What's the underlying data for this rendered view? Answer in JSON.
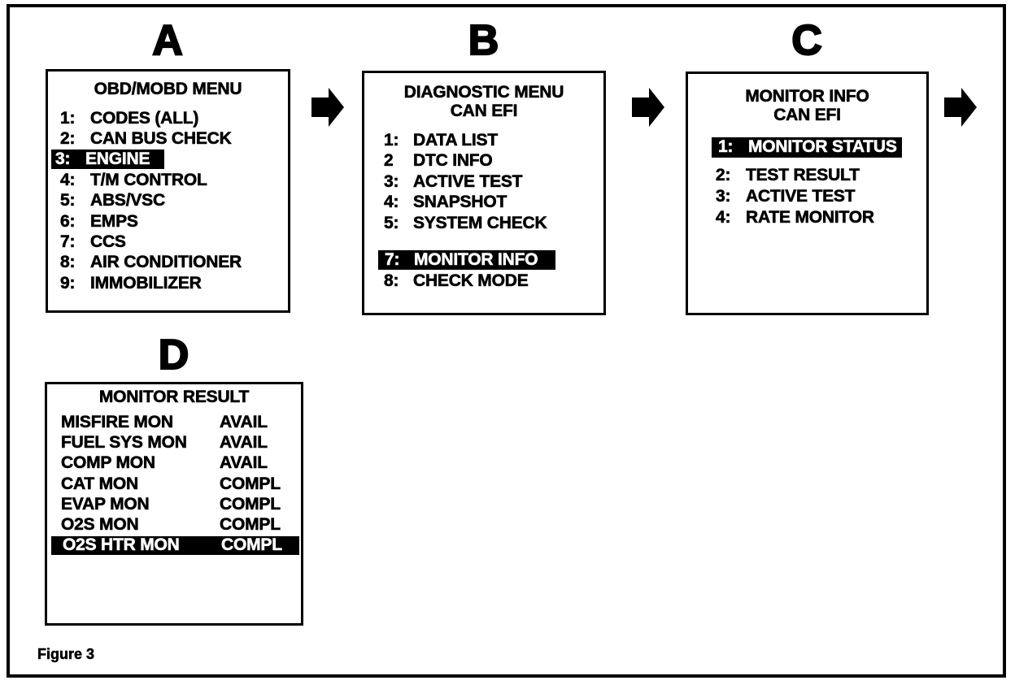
{
  "figure": {
    "caption": "Figure 3"
  },
  "colors": {
    "ink": "#000000",
    "paper": "#ffffff",
    "highlight_bg": "#000000",
    "highlight_fg": "#ffffff"
  },
  "arrows": [
    {
      "id": "arrow-ab",
      "from": "A",
      "to": "B",
      "direction": "right"
    },
    {
      "id": "arrow-bc",
      "from": "B",
      "to": "C",
      "direction": "right"
    },
    {
      "id": "arrow-cd",
      "from": "C",
      "to": "next",
      "direction": "right"
    }
  ],
  "panels": {
    "a": {
      "letter": "A",
      "title_lines": [
        "OBD/MOBD MENU"
      ],
      "items": [
        {
          "num": "1:",
          "label": "CODES (ALL)",
          "highlighted": false
        },
        {
          "num": "2:",
          "label": "CAN BUS CHECK",
          "highlighted": false
        },
        {
          "num": "3:",
          "label": "ENGINE",
          "highlighted": true
        },
        {
          "num": "4:",
          "label": "T/M CONTROL",
          "highlighted": false
        },
        {
          "num": "5:",
          "label": "ABS/VSC",
          "highlighted": false
        },
        {
          "num": "6:",
          "label": "EMPS",
          "highlighted": false
        },
        {
          "num": "7:",
          "label": "CCS",
          "highlighted": false
        },
        {
          "num": "8:",
          "label": "AIR CONDITIONER",
          "highlighted": false
        },
        {
          "num": "9:",
          "label": "IMMOBILIZER",
          "highlighted": false
        }
      ]
    },
    "b": {
      "letter": "B",
      "title_lines": [
        "DIAGNOSTIC MENU",
        "CAN EFI"
      ],
      "items": [
        {
          "num": "1:",
          "label": "DATA LIST",
          "highlighted": false
        },
        {
          "num": "2",
          "label": "DTC INFO",
          "highlighted": false
        },
        {
          "num": "3:",
          "label": "ACTIVE TEST",
          "highlighted": false
        },
        {
          "num": "4:",
          "label": "SNAPSHOT",
          "highlighted": false
        },
        {
          "num": "5:",
          "label": "SYSTEM CHECK",
          "highlighted": false
        },
        {
          "num": "7:",
          "label": "MONITOR INFO",
          "highlighted": true
        },
        {
          "num": "8:",
          "label": "CHECK MODE",
          "highlighted": false
        }
      ]
    },
    "c": {
      "letter": "C",
      "title_lines": [
        "MONITOR INFO",
        "CAN EFI"
      ],
      "items": [
        {
          "num": "1:",
          "label": "MONITOR STATUS",
          "highlighted": true
        },
        {
          "num": "2:",
          "label": "TEST RESULT",
          "highlighted": false
        },
        {
          "num": "3:",
          "label": "ACTIVE TEST",
          "highlighted": false
        },
        {
          "num": "4:",
          "label": "RATE MONITOR",
          "highlighted": false
        }
      ]
    },
    "d": {
      "letter": "D",
      "title_lines": [
        "MONITOR RESULT"
      ],
      "rows": [
        {
          "name": "MISFIRE MON",
          "status": "AVAIL",
          "highlighted": false
        },
        {
          "name": "FUEL SYS MON",
          "status": "AVAIL",
          "highlighted": false
        },
        {
          "name": "COMP MON",
          "status": "AVAIL",
          "highlighted": false
        },
        {
          "name": "CAT MON",
          "status": "COMPL",
          "highlighted": false
        },
        {
          "name": "EVAP MON",
          "status": "COMPL",
          "highlighted": false
        },
        {
          "name": "O2S MON",
          "status": "COMPL",
          "highlighted": false
        },
        {
          "name": "O2S HTR MON",
          "status": "COMPL",
          "highlighted": true
        }
      ]
    }
  }
}
